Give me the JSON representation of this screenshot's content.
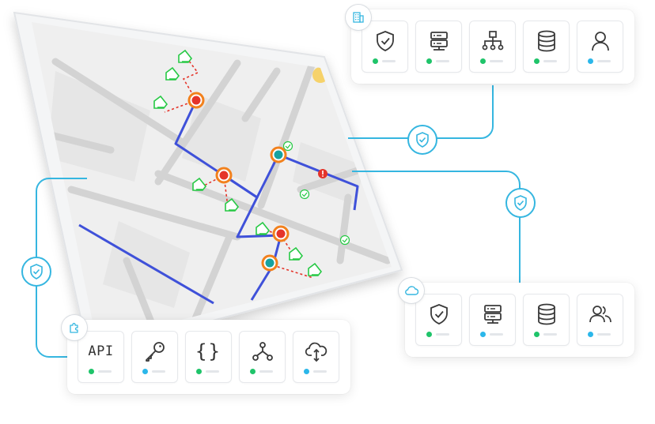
{
  "colors": {
    "connector": "#35b6e0",
    "status_green": "#1fc46a",
    "status_blue": "#2bb7ea",
    "icon_stroke": "#3a3a3a",
    "route_blue": "#3f51d9",
    "vehicle_red": "#e5342a",
    "vehicle_ring": "#f2811d",
    "vehicle_teal": "#17a2a0",
    "marker_green": "#26c944"
  },
  "top_panel": {
    "badge_icon": "building-icon",
    "cards": [
      {
        "icon": "shield-check-icon",
        "status": "green"
      },
      {
        "icon": "server-icon",
        "status": "green"
      },
      {
        "icon": "network-tree-icon",
        "status": "green"
      },
      {
        "icon": "database-icon",
        "status": "green"
      },
      {
        "icon": "user-icon",
        "status": "blue"
      }
    ]
  },
  "right_panel": {
    "badge_icon": "cloud-icon",
    "cards": [
      {
        "icon": "shield-check-icon",
        "status": "green"
      },
      {
        "icon": "server-icon",
        "status": "blue"
      },
      {
        "icon": "database-icon",
        "status": "green"
      },
      {
        "icon": "users-icon",
        "status": "blue"
      }
    ]
  },
  "bottom_panel": {
    "badge_icon": "puzzle-icon",
    "cards": [
      {
        "icon": "api-icon",
        "label": "API",
        "status": "green"
      },
      {
        "icon": "key-icon",
        "status": "blue"
      },
      {
        "icon": "braces-icon",
        "label": "{}",
        "status": "green"
      },
      {
        "icon": "webhook-icon",
        "status": "green"
      },
      {
        "icon": "cloud-transfer-icon",
        "status": "blue"
      }
    ]
  },
  "connector_nodes": [
    {
      "icon": "shield-check-icon"
    },
    {
      "icon": "shield-check-icon"
    },
    {
      "icon": "shield-check-icon"
    }
  ],
  "map": {
    "description_icons": [
      "vehicle-marker-icon",
      "delivery-point-icon",
      "alert-icon",
      "check-icon"
    ]
  }
}
